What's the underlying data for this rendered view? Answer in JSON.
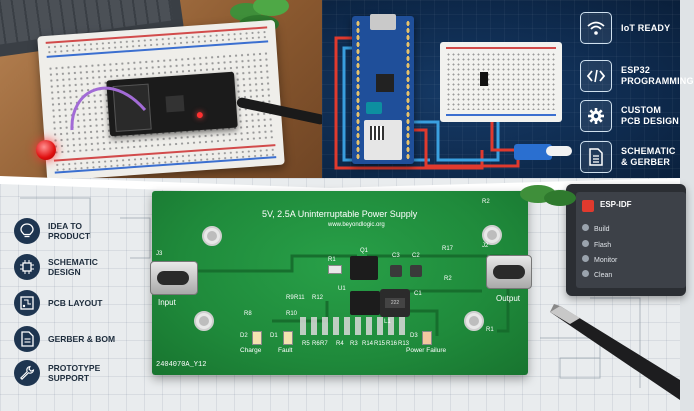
{
  "top_right_features": [
    {
      "icon": "wifi-icon",
      "label": "IoT READY"
    },
    {
      "icon": "code-icon",
      "label": "ESP32 PROGRAMMING"
    },
    {
      "icon": "gear-icon",
      "label": "CUSTOM PCB DESIGN"
    },
    {
      "icon": "document-icon",
      "label": "SCHEMATIC & GERBER"
    }
  ],
  "left_features": [
    {
      "icon": "lightbulb-icon",
      "label": "IDEA TO PRODUCT"
    },
    {
      "icon": "chip-icon",
      "label": "SCHEMATIC DESIGN"
    },
    {
      "icon": "pcb-icon",
      "label": "PCB LAYOUT"
    },
    {
      "icon": "file-icon",
      "label": "GERBER & BOM"
    },
    {
      "icon": "wrench-icon",
      "label": "PROTOTYPE SUPPORT"
    }
  ],
  "pcb": {
    "title": "5V, 2.5A Uninterruptable Power Supply",
    "website": "www.beyondlogic.org",
    "input_label": "Input",
    "output_label": "Output",
    "charge_label": "Charge",
    "fault_label": "Fault",
    "power_failure_label": "Power Failure",
    "board_id": "2404070A_Y12",
    "refs": [
      "J3",
      "J2",
      "R2",
      "R17",
      "R1",
      "Q1",
      "C3",
      "C2",
      "U1",
      "C1",
      "L1",
      "R8",
      "R11",
      "R12",
      "D2",
      "D1",
      "R10",
      "D3",
      "R7",
      "R4",
      "R5",
      "R3",
      "R6",
      "R14",
      "R15",
      "R16",
      "R9",
      "R13",
      "R2",
      "R1"
    ]
  },
  "laptop_screen": {
    "title": "ESP-IDF",
    "menu": [
      "Build",
      "Flash",
      "Monitor",
      "Clean"
    ]
  },
  "colors": {
    "pcb_green": "#1f8a3b",
    "navy_panel": "#0e2a4d",
    "accent_blue": "#2e74c9"
  }
}
